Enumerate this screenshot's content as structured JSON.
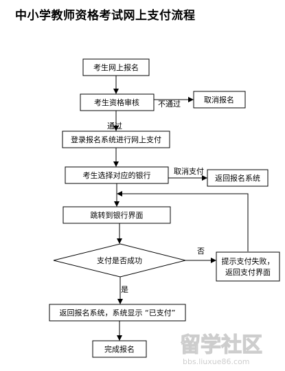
{
  "title": "中小学教师资格考试网上支付流程",
  "nodes": {
    "register": "考生网上报名",
    "review": "考生资格审核",
    "cancel": "取消报名",
    "login_pay": "登录报名系统进行网上支付",
    "choose_bank": "考生选择对应的银行",
    "return_system": "返回报名系统",
    "jump_bank": "跳转到银行界面",
    "pay_success": "支付是否成功",
    "fail_line1": "提示支付失败，",
    "fail_line2": "返回支付界面",
    "paid_display": "返回报名系统，系统显示 “已支付”",
    "complete": "完成报名"
  },
  "edges": {
    "not_passed": "不通过",
    "passed": "通过",
    "cancel_pay": "取消支付",
    "no": "否",
    "yes": "是"
  },
  "watermark": {
    "brand": "留学社区",
    "url": "bbs.liuxue86.com"
  },
  "colors": {
    "line": "#000000",
    "box_border": "#000000",
    "watermark": "#cfcfcf"
  }
}
